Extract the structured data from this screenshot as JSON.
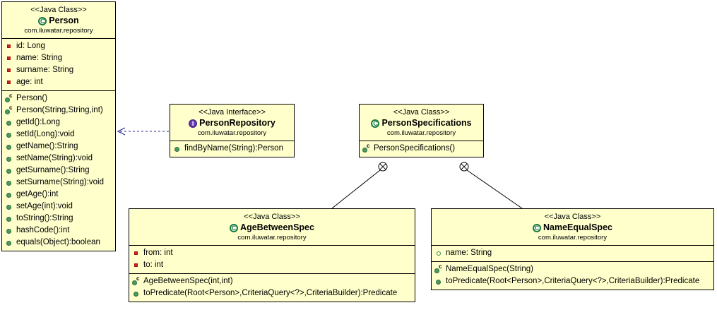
{
  "diagram": {
    "type": "uml-class-diagram",
    "package": "com.iluwatar.repository",
    "colors": {
      "box_fill": "#ffffcc",
      "box_border": "#000000",
      "canvas": "#ffffff",
      "class_icon": "#1a7a3c",
      "interface_icon": "#6b3fbf",
      "private_field_icon": "#cc2222",
      "public_method_icon": "#4a9b5e"
    }
  },
  "classes": {
    "person": {
      "stereotype": "<<Java Class>>",
      "name": "Person",
      "package": "com.iluwatar.repository",
      "icon": "java-class-icon",
      "fields": [
        {
          "label": "id: Long",
          "icon": "private-field-icon"
        },
        {
          "label": "name: String",
          "icon": "private-field-icon"
        },
        {
          "label": "surname: String",
          "icon": "private-field-icon"
        },
        {
          "label": "age: int",
          "icon": "private-field-icon"
        }
      ],
      "methods": [
        {
          "label": "Person()",
          "icon": "constructor-icon"
        },
        {
          "label": "Person(String,String,int)",
          "icon": "constructor-icon"
        },
        {
          "label": "getId():Long",
          "icon": "public-method-icon"
        },
        {
          "label": "setId(Long):void",
          "icon": "public-method-icon"
        },
        {
          "label": "getName():String",
          "icon": "public-method-icon"
        },
        {
          "label": "setName(String):void",
          "icon": "public-method-icon"
        },
        {
          "label": "getSurname():String",
          "icon": "public-method-icon"
        },
        {
          "label": "setSurname(String):void",
          "icon": "public-method-icon"
        },
        {
          "label": "getAge():int",
          "icon": "public-method-icon"
        },
        {
          "label": "setAge(int):void",
          "icon": "public-method-icon"
        },
        {
          "label": "toString():String",
          "icon": "public-method-icon"
        },
        {
          "label": "hashCode():int",
          "icon": "public-method-icon"
        },
        {
          "label": "equals(Object):boolean",
          "icon": "public-method-icon"
        }
      ]
    },
    "person_repository": {
      "stereotype": "<<Java Interface>>",
      "name": "PersonRepository",
      "package": "com.iluwatar.repository",
      "icon": "java-interface-icon",
      "fields": [],
      "methods": [
        {
          "label": "findByName(String):Person",
          "icon": "public-method-icon"
        }
      ]
    },
    "person_specifications": {
      "stereotype": "<<Java Class>>",
      "name": "PersonSpecifications",
      "package": "com.iluwatar.repository",
      "icon": "java-class-icon",
      "fields": [],
      "methods": [
        {
          "label": "PersonSpecifications()",
          "icon": "constructor-icon"
        }
      ]
    },
    "age_between_spec": {
      "stereotype": "<<Java Class>>",
      "name": "AgeBetweenSpec",
      "package": "com.iluwatar.repository",
      "icon": "java-class-icon",
      "fields": [
        {
          "label": "from: int",
          "icon": "private-field-icon"
        },
        {
          "label": "to: int",
          "icon": "private-field-icon"
        }
      ],
      "methods": [
        {
          "label": "AgeBetweenSpec(int,int)",
          "icon": "constructor-icon"
        },
        {
          "label": "toPredicate(Root<Person>,CriteriaQuery<?>,CriteriaBuilder):Predicate",
          "icon": "public-method-icon"
        }
      ]
    },
    "name_equal_spec": {
      "stereotype": "<<Java Class>>",
      "name": "NameEqualSpec",
      "package": "com.iluwatar.repository",
      "icon": "java-class-icon",
      "fields": [
        {
          "label": "name: String",
          "icon": "package-field-icon"
        }
      ],
      "methods": [
        {
          "label": "NameEqualSpec(String)",
          "icon": "constructor-icon"
        },
        {
          "label": "toPredicate(Root<Person>,CriteriaQuery<?>,CriteriaBuilder):Predicate",
          "icon": "public-method-icon"
        }
      ]
    }
  },
  "relations": [
    {
      "name": "dependency-person-repository-to-person",
      "kind": "dependency",
      "style": "dashed-open-arrow",
      "from": "PersonRepository",
      "to": "Person"
    },
    {
      "name": "nesting-person-specifications-to-age-between-spec",
      "kind": "nesting",
      "style": "circle-plus-solid-line",
      "from": "PersonSpecifications",
      "to": "AgeBetweenSpec"
    },
    {
      "name": "nesting-person-specifications-to-name-equal-spec",
      "kind": "nesting",
      "style": "circle-plus-solid-line",
      "from": "PersonSpecifications",
      "to": "NameEqualSpec"
    }
  ]
}
